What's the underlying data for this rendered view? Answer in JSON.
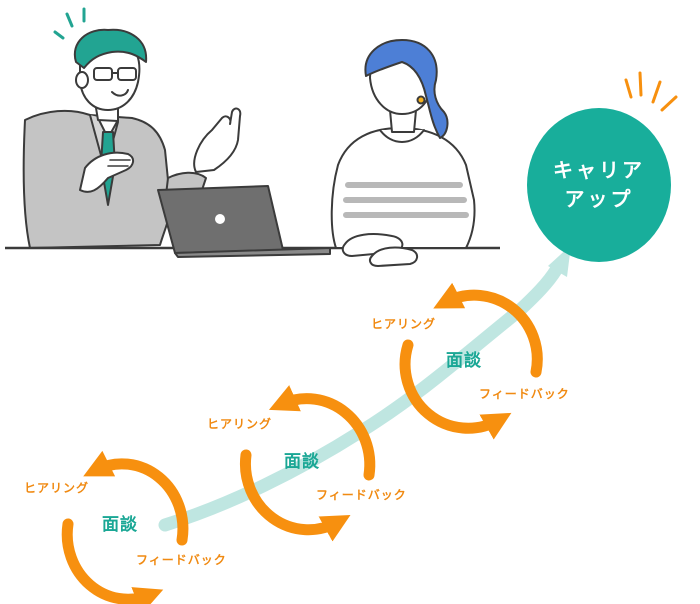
{
  "goal": {
    "line1": "キャリア",
    "line2": "アップ"
  },
  "cycles": [
    {
      "hearing": "ヒアリング",
      "center": "面談",
      "feedback": "フィードバック"
    },
    {
      "hearing": "ヒアリング",
      "center": "面談",
      "feedback": "フィードバック"
    },
    {
      "hearing": "ヒアリング",
      "center": "面談",
      "feedback": "フィードバック"
    }
  ],
  "colors": {
    "cycle_arrow": "#f7900f",
    "path_arrow": "#bfe6e1",
    "goal_circle": "#18ae9b",
    "label_orange": "#f08a12",
    "label_teal": "#1aa795"
  },
  "icons": [
    "consultant-illustration",
    "client-illustration",
    "laptop-icon",
    "burst-lines-icon"
  ]
}
